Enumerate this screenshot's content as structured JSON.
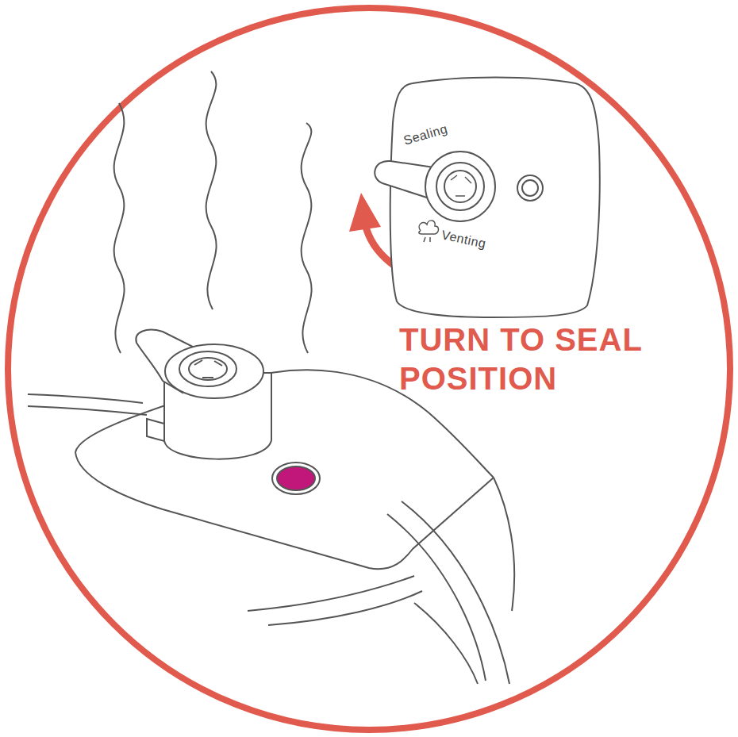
{
  "diagram": {
    "nodes": [
      {
        "text": [
          "Sealing",
          "Venting"
        ]
      }
    ],
    "labels": [
      "TURN TO SEAL POSITION"
    ]
  }
}
